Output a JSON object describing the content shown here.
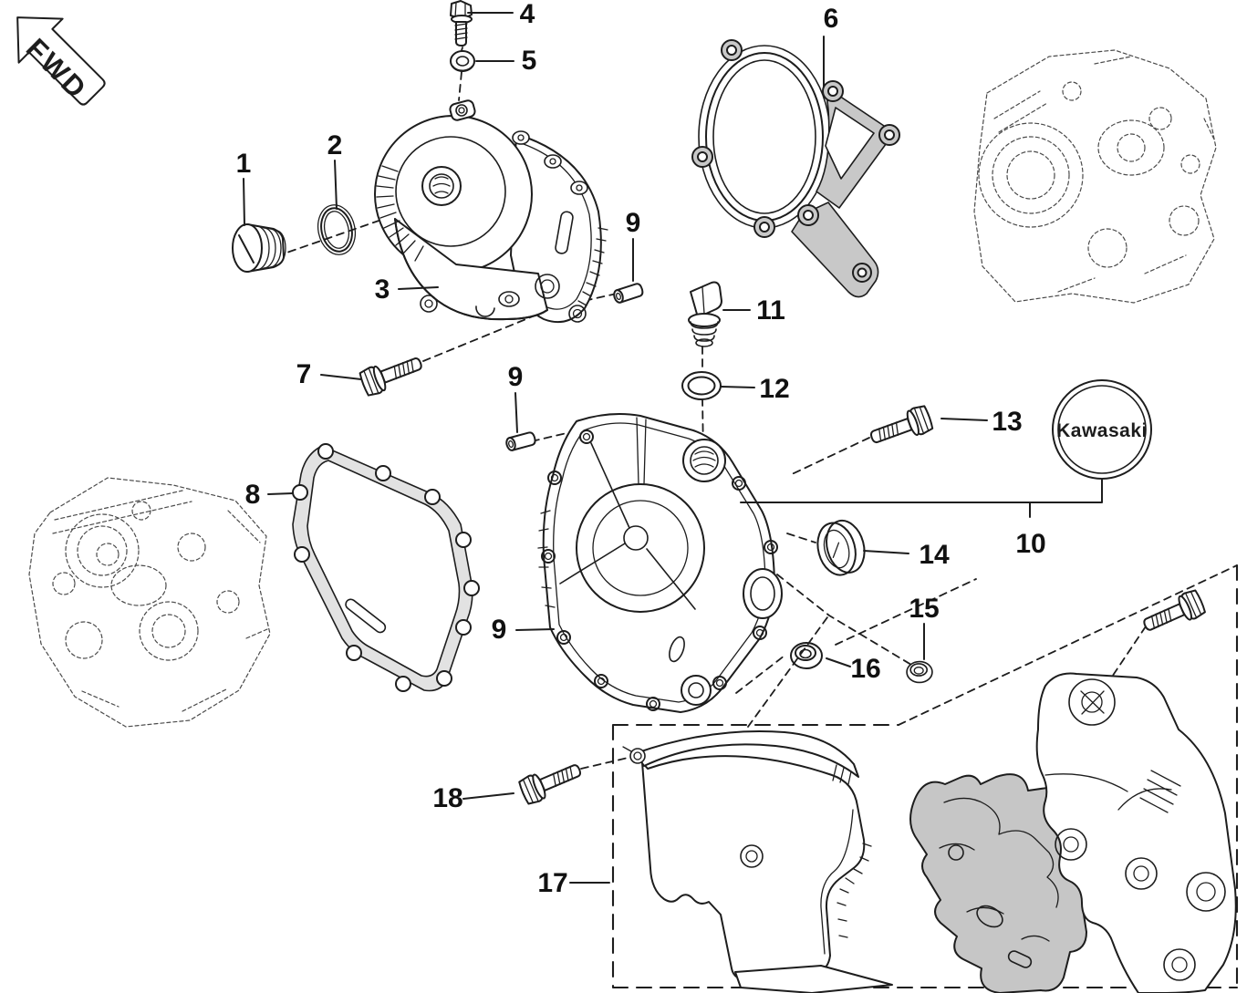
{
  "fwd_badge": {
    "label": "FWD"
  },
  "decal": {
    "label": "Kawasaki"
  },
  "callouts": {
    "c1": "1",
    "c2": "2",
    "c3": "3",
    "c4": "4",
    "c5": "5",
    "c6": "6",
    "c7": "7",
    "c8": "8",
    "c9a": "9",
    "c9b": "9",
    "c9c": "9",
    "c10": "10",
    "c11": "11",
    "c12": "12",
    "c13": "13",
    "c14": "14",
    "c15": "15",
    "c16": "16",
    "c17": "17",
    "c18": "18"
  },
  "colors": {
    "line": "#1d1d1d",
    "gasket_fill": "#c8c8c8",
    "gasket_light_fill": "#e2e2e2",
    "shaded_part_fill": "#c6c6c6",
    "grommet_fill": "#b9b9b9",
    "reference_line": "#4a4a4a"
  }
}
